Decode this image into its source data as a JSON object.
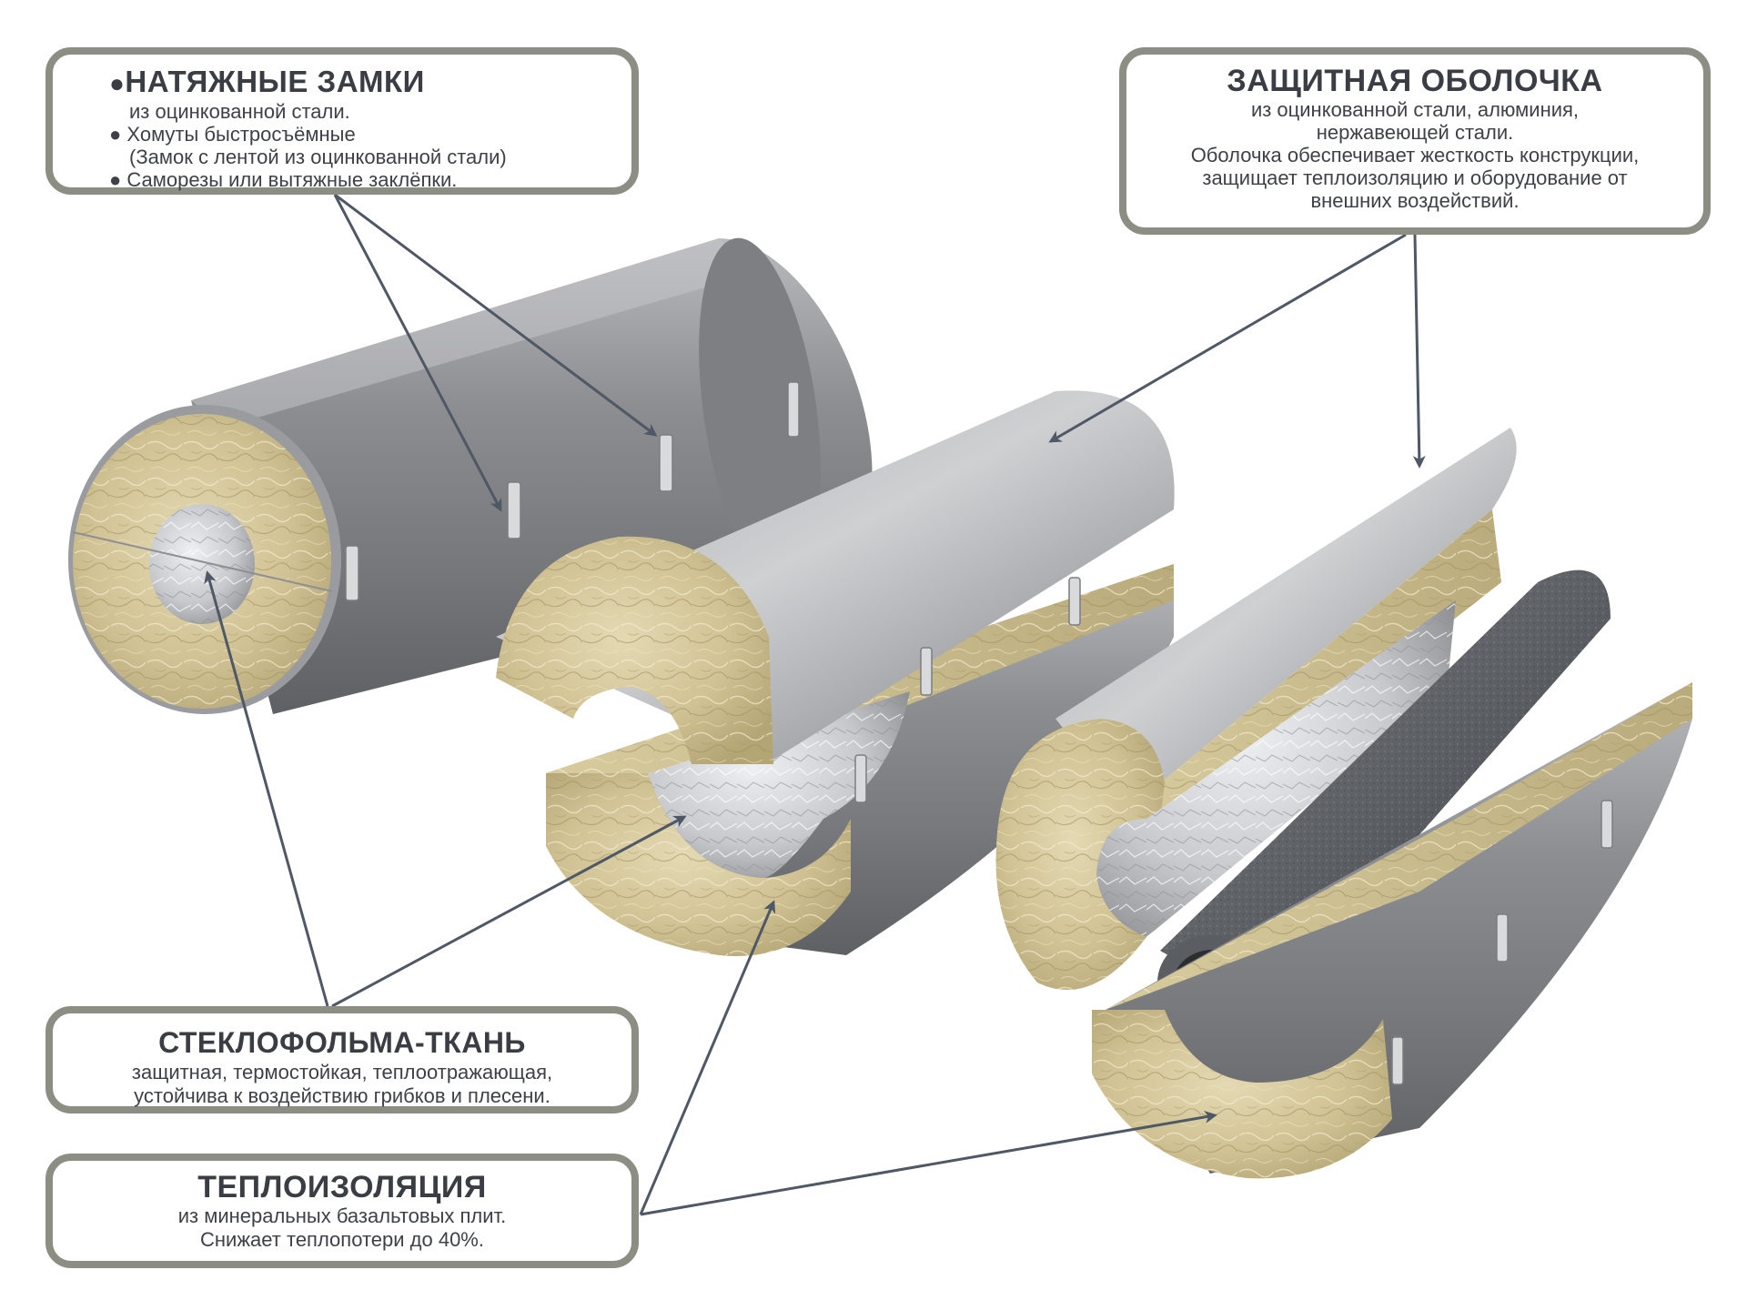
{
  "callouts": {
    "locks": {
      "title": "НАТЯЖНЫЕ ЗАМКИ",
      "bullet": "●",
      "lines": [
        "из оцинкованной стали.",
        "● Хомуты быстросъёмные",
        "(Замок с лентой из оцинкованной стали)",
        "● Саморезы или вытяжные заклёпки."
      ]
    },
    "shell": {
      "title": "ЗАЩИТНАЯ ОБОЛОЧКА",
      "subtitle_lines": [
        "из оцинкованной стали, алюминия,",
        "нержавеющей стали."
      ],
      "lines": [
        "Оболочка обеспечивает жесткость конструкции,",
        "защищает теплоизоляцию и оборудование от",
        "внешних воздействий."
      ]
    },
    "foil": {
      "title": "СТЕКЛОФОЛЬМА-ТКАНЬ",
      "lines": [
        "защитная, термостойкая, теплоотражающая,",
        "устойчива к воздействию грибков и плесени."
      ]
    },
    "insulation": {
      "title": "ТЕПЛОИЗОЛЯЦИЯ",
      "subtitle": "из минеральных базальтовых плит.",
      "lines": [
        "Снижает теплопотери до 40%."
      ]
    }
  },
  "colors": {
    "frame": "#8c8e84",
    "text": "#3e4148",
    "arrow": "#4f5865",
    "steel_light": "#c9cace",
    "steel_dark": "#6e7074",
    "wool": "#d3c597",
    "wool_dark": "#a89a6c",
    "foil": "#dfe1e4",
    "pipe": "#5c6064"
  },
  "icons": {
    "arrow": "arrow-pointer-icon",
    "bullet": "bullet-dot-icon"
  }
}
